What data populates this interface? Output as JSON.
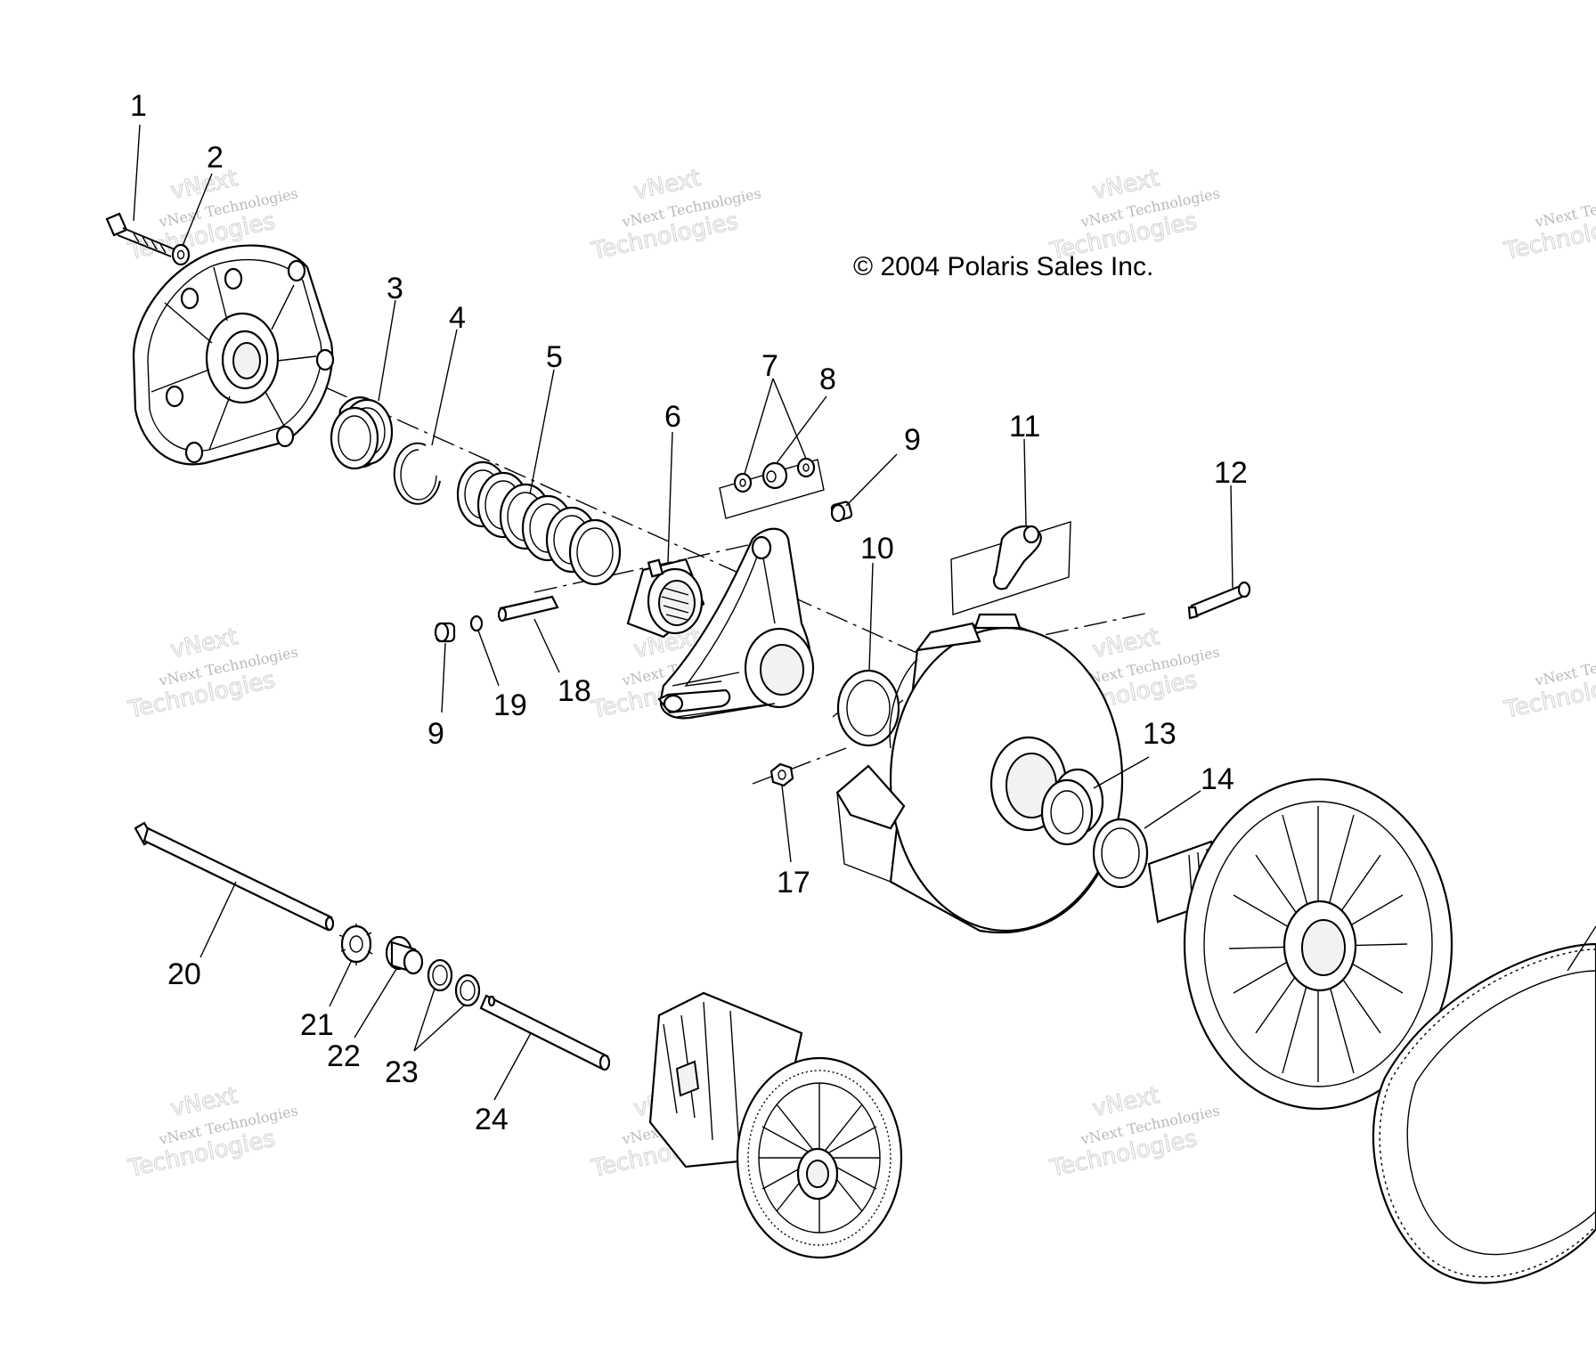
{
  "copyright": "© 2004 Polaris Sales Inc.",
  "watermark": {
    "line1": "vNext Technologies",
    "line2": "vNext",
    "line3": "Technologies"
  },
  "callouts": [
    "1",
    "2",
    "3",
    "4",
    "5",
    "6",
    "7",
    "8",
    "9",
    "10",
    "11",
    "12",
    "13",
    "14",
    "17",
    "18",
    "19",
    "9",
    "20",
    "21",
    "22",
    "23",
    "24"
  ]
}
